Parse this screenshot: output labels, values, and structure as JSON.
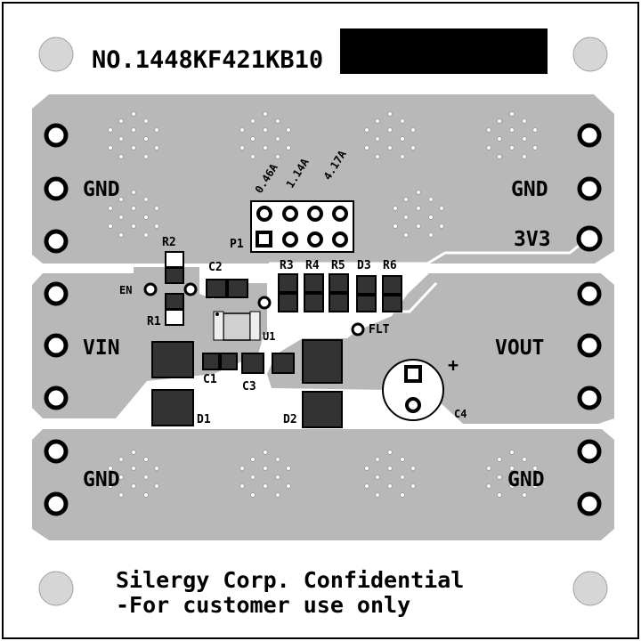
{
  "board": {
    "part_number": "NO.1448KF421KB10",
    "confidential_line1": "Silergy Corp. Confidential",
    "confidential_line2": "-For customer use only"
  },
  "left_terminals": {
    "gnd_top": "GND",
    "vin": "VIN",
    "gnd_bottom": "GND"
  },
  "right_terminals": {
    "gnd_top": "GND",
    "v3v3": "3V3",
    "vout": "VOUT",
    "gnd_bottom": "GND"
  },
  "jumper": {
    "label": "P1",
    "currents": [
      "0.46A",
      "1.14A",
      "4.17A"
    ]
  },
  "components": {
    "r1": "R1",
    "r2": "R2",
    "r3": "R3",
    "r4": "R4",
    "r5": "R5",
    "r6": "R6",
    "c1": "C1",
    "c2": "C2",
    "c3": "C3",
    "c4": "C4",
    "d1": "D1",
    "d2": "D2",
    "d3": "D3",
    "u1": "U1",
    "en": "EN",
    "flt": "FLT",
    "plus": "+"
  },
  "colors": {
    "board": "#ffffff",
    "copper": "#b8b8b8",
    "outline": "#000000",
    "mounting_hole": "#d6d6d6",
    "pad": "#000000"
  }
}
